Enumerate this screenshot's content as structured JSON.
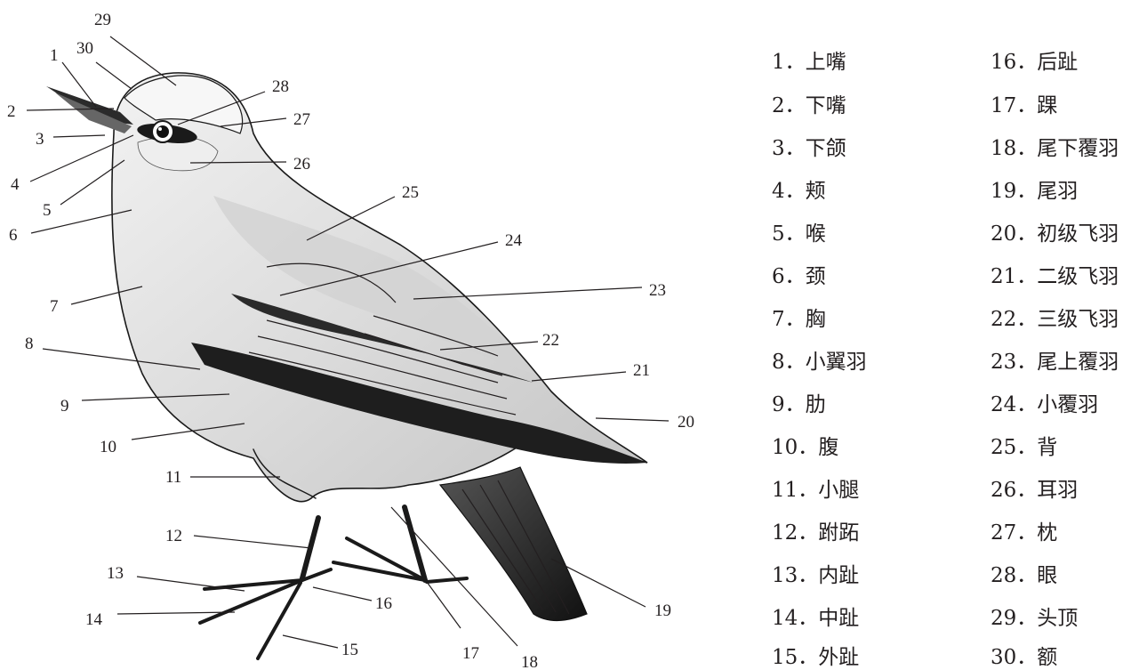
{
  "labels": [
    {
      "n": "1",
      "name": "上嘴"
    },
    {
      "n": "2",
      "name": "下嘴"
    },
    {
      "n": "3",
      "name": "下颌"
    },
    {
      "n": "4",
      "name": "颊"
    },
    {
      "n": "5",
      "name": "喉"
    },
    {
      "n": "6",
      "name": "颈"
    },
    {
      "n": "7",
      "name": "胸"
    },
    {
      "n": "8",
      "name": "小翼羽"
    },
    {
      "n": "9",
      "name": "肋"
    },
    {
      "n": "10",
      "name": "腹"
    },
    {
      "n": "11",
      "name": "小腿"
    },
    {
      "n": "12",
      "name": "跗跖"
    },
    {
      "n": "13",
      "name": "内趾"
    },
    {
      "n": "14",
      "name": "中趾"
    },
    {
      "n": "15",
      "name": "外趾"
    },
    {
      "n": "16",
      "name": "后趾"
    },
    {
      "n": "17",
      "name": "踝"
    },
    {
      "n": "18",
      "name": "尾下覆羽"
    },
    {
      "n": "19",
      "name": "尾羽"
    },
    {
      "n": "20",
      "name": "初级飞羽"
    },
    {
      "n": "21",
      "name": "二级飞羽"
    },
    {
      "n": "22",
      "name": "三级飞羽"
    },
    {
      "n": "23",
      "name": "尾上覆羽"
    },
    {
      "n": "24",
      "name": "小覆羽"
    },
    {
      "n": "25",
      "name": "背"
    },
    {
      "n": "26",
      "name": "耳羽"
    },
    {
      "n": "27",
      "name": "枕"
    },
    {
      "n": "28",
      "name": "眼"
    },
    {
      "n": "29",
      "name": "头顶"
    },
    {
      "n": "30",
      "name": "额"
    }
  ]
}
